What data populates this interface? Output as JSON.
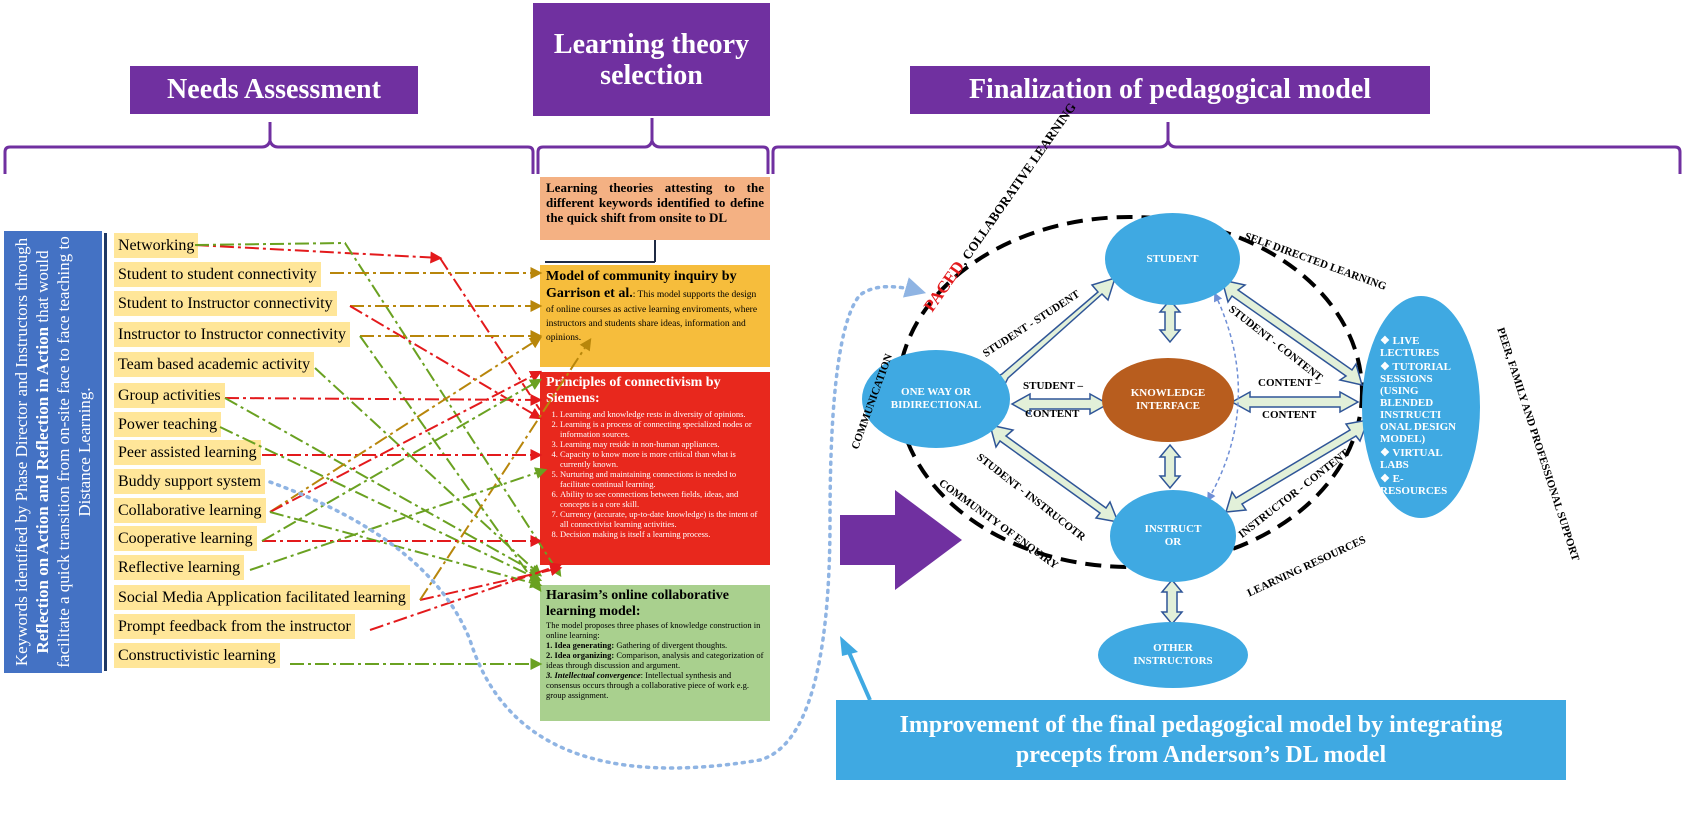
{
  "headers": {
    "needs": "Needs Assessment",
    "theory": "Learning theory selection",
    "final": "Finalization of pedagogical model"
  },
  "vertical_label": {
    "part1": "Keywords identified by Phase Director and Instructors through ",
    "bold1": "Reflection on Action and Reflection in Action",
    "part2": " that would facilitate a quick transition from on-site face to face teaching to Distance Learning."
  },
  "keywords": [
    "Networking",
    "Student to student connectivity",
    "Student to Instructor connectivity",
    "Instructor to Instructor connectivity",
    "Team based academic activity",
    "Group activities",
    "Power teaching",
    "Peer assisted learning",
    "Buddy support system",
    "Collaborative learning",
    "Cooperative learning",
    "Reflective learning",
    "Social Media Application facilitated learning",
    "Prompt feedback from the instructor",
    "Constructivistic learning"
  ],
  "theories_box": "Learning theories attesting to the different keywords identified to define the quick shift from onsite to DL",
  "garrison": {
    "title": "Model of community inquiry by Garrison et al.",
    "body": ": This model supports the design of online courses as active learning enviroments, where instructors and students share ideas, information and opinions."
  },
  "siemens": {
    "title": "Principles of connectivism by Siemens:",
    "items": [
      "Learning and knowledge rests in diversity of opinions.",
      "Learning is a process of connecting specialized nodes or information sources.",
      "Learning may reside in non-human appliances.",
      "Capacity to know more is more critical than what is currently known.",
      "Nurturing and maintaining connections is needed to facilitate continual learning.",
      "Ability to see connections between fields, ideas, and concepts is a core skill.",
      "Currency (accurate, up-to-date knowledge) is the intent of all connectivist learning activities.",
      "Decision making is itself a learning process."
    ]
  },
  "harasim": {
    "title": "Harasim’s online collaborative learning model:",
    "intro": "The model proposes three phases of knowledge construction in online learning:",
    "p1_label": "1. Idea generating:",
    "p1_text": " Gathering of divergent thoughts.",
    "p2_label": "2. Idea organizing:",
    "p2_text": " Comparison, analysis and categorization of ideas through discussion and argument.",
    "p3_label": "3. Intellectual convergence",
    "p3_text": ": Intellectual synthesis and consensus occurs through a collaborative piece of work e.g. group assignment."
  },
  "model": {
    "student": "STUDENT",
    "one_way": "ONE WAY OR BIDIRECTIONAL",
    "knowledge": "KNOWLEDGE INTERFACE",
    "instructor_a": "INSTRUCT",
    "instructor_b": "OR",
    "other": "OTHER INSTRUCTORS",
    "ss_label": "STUDENT - STUDENT",
    "sc_left_a": "STUDENT –",
    "sc_left_b": "CONTENT",
    "cc_a": "CONTENT –",
    "cc_b": "CONTENT",
    "si_label": "STUDENT - INSTRUCOTR",
    "st_content": "STUDENT - CONTENT",
    "ic_label": "INSTRUCTOR - CONTENT",
    "paced": "PACED",
    "collab": ", COLLABORATIVE LEARNING",
    "self_directed": "SELF DIRECTED LEARNING",
    "communication": "COMMUNICATION",
    "community": "COMMUNITY OF ENQUIRY",
    "learning_resources": "LEARNING RESOURCES",
    "peer_support": "PEER, FAMILY AND PROFESSIONAL SUPPORT",
    "resources": [
      "LIVE LECTURES",
      "TUTORIAL SESSIONS (USING BLENDED INSTRUCTI ONAL DESIGN MODEL)",
      "VIRTUAL LABS",
      "E-RESOURCES"
    ]
  },
  "improvement": "Improvement of the final pedagogical model by integrating precepts from Anderson’s DL model",
  "colors": {
    "purple": "#7030a0",
    "keyword_bg": "#ffe699",
    "blue_label": "#4472c4",
    "theories_bg": "#f4b183",
    "garrison_bg": "#f6bd3c",
    "siemens_bg": "#e8281d",
    "harasim_bg": "#a9d08e",
    "oval_blue": "#3fa9e2",
    "knowledge_brown": "#b85d1e",
    "improve_blue": "#3fa9e2"
  }
}
